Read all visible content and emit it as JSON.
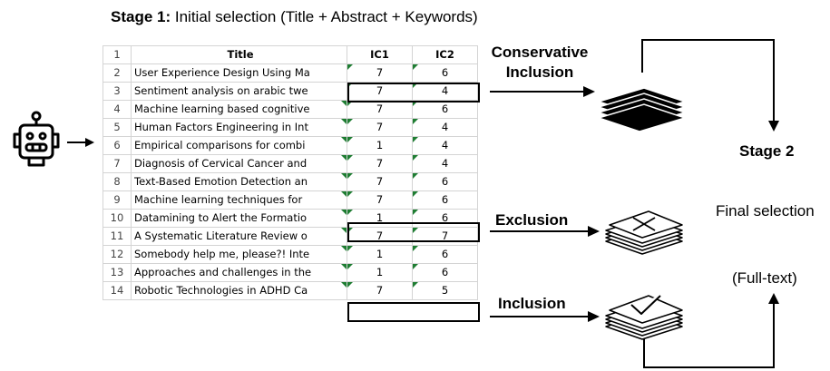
{
  "stage1": {
    "bold": "Stage 1:",
    "rest": " Initial selection (Title + Abstract + Keywords)"
  },
  "sheet": {
    "headers": {
      "row": "1",
      "title": "Title",
      "ic1": "IC1",
      "ic2": "IC2"
    },
    "rows": [
      {
        "n": "2",
        "title": "User Experience  Design Using Ma",
        "ic1": "7",
        "ic2": "6"
      },
      {
        "n": "3",
        "title": "Sentiment analysis  on arabic twe",
        "ic1": "7",
        "ic2": "4"
      },
      {
        "n": "4",
        "title": "Machine learning  based cognitive",
        "ic1": "7",
        "ic2": "6"
      },
      {
        "n": "5",
        "title": "Human Factors  Engineering in Int",
        "ic1": "7",
        "ic2": "4"
      },
      {
        "n": "6",
        "title": "Empirical comparisons  for combi",
        "ic1": "1",
        "ic2": "4"
      },
      {
        "n": "7",
        "title": "Diagnosis of Cervical  Cancer and",
        "ic1": "7",
        "ic2": "4"
      },
      {
        "n": "8",
        "title": "Text-Based Emotion  Detection an",
        "ic1": "7",
        "ic2": "6"
      },
      {
        "n": "9",
        "title": "Machine learning  techniques for",
        "ic1": "7",
        "ic2": "6"
      },
      {
        "n": "10",
        "title": "Datamining to  Alert the Formatio",
        "ic1": "1",
        "ic2": "6"
      },
      {
        "n": "11",
        "title": "A Systematic Literature  Review o",
        "ic1": "7",
        "ic2": "7"
      },
      {
        "n": "12",
        "title": "Somebody help  me, please?! Inte",
        "ic1": "1",
        "ic2": "6"
      },
      {
        "n": "13",
        "title": "Approaches and  challenges in the",
        "ic1": "1",
        "ic2": "6"
      },
      {
        "n": "14",
        "title": "Robotic Technologies  in ADHD Ca",
        "ic1": "7",
        "ic2": "5"
      }
    ]
  },
  "labels": {
    "conservative_line1": "Conservative",
    "conservative_line2": "Inclusion",
    "exclusion": "Exclusion",
    "inclusion": "Inclusion",
    "stage2": "Stage 2",
    "final_selection": "Final selection",
    "full_text": "(Full-text)"
  },
  "icons": {
    "robot": "robot-icon",
    "stack_solid": "document-stack-icon",
    "stack_excluded": "document-stack-x-icon",
    "stack_included": "document-stack-check-icon"
  }
}
